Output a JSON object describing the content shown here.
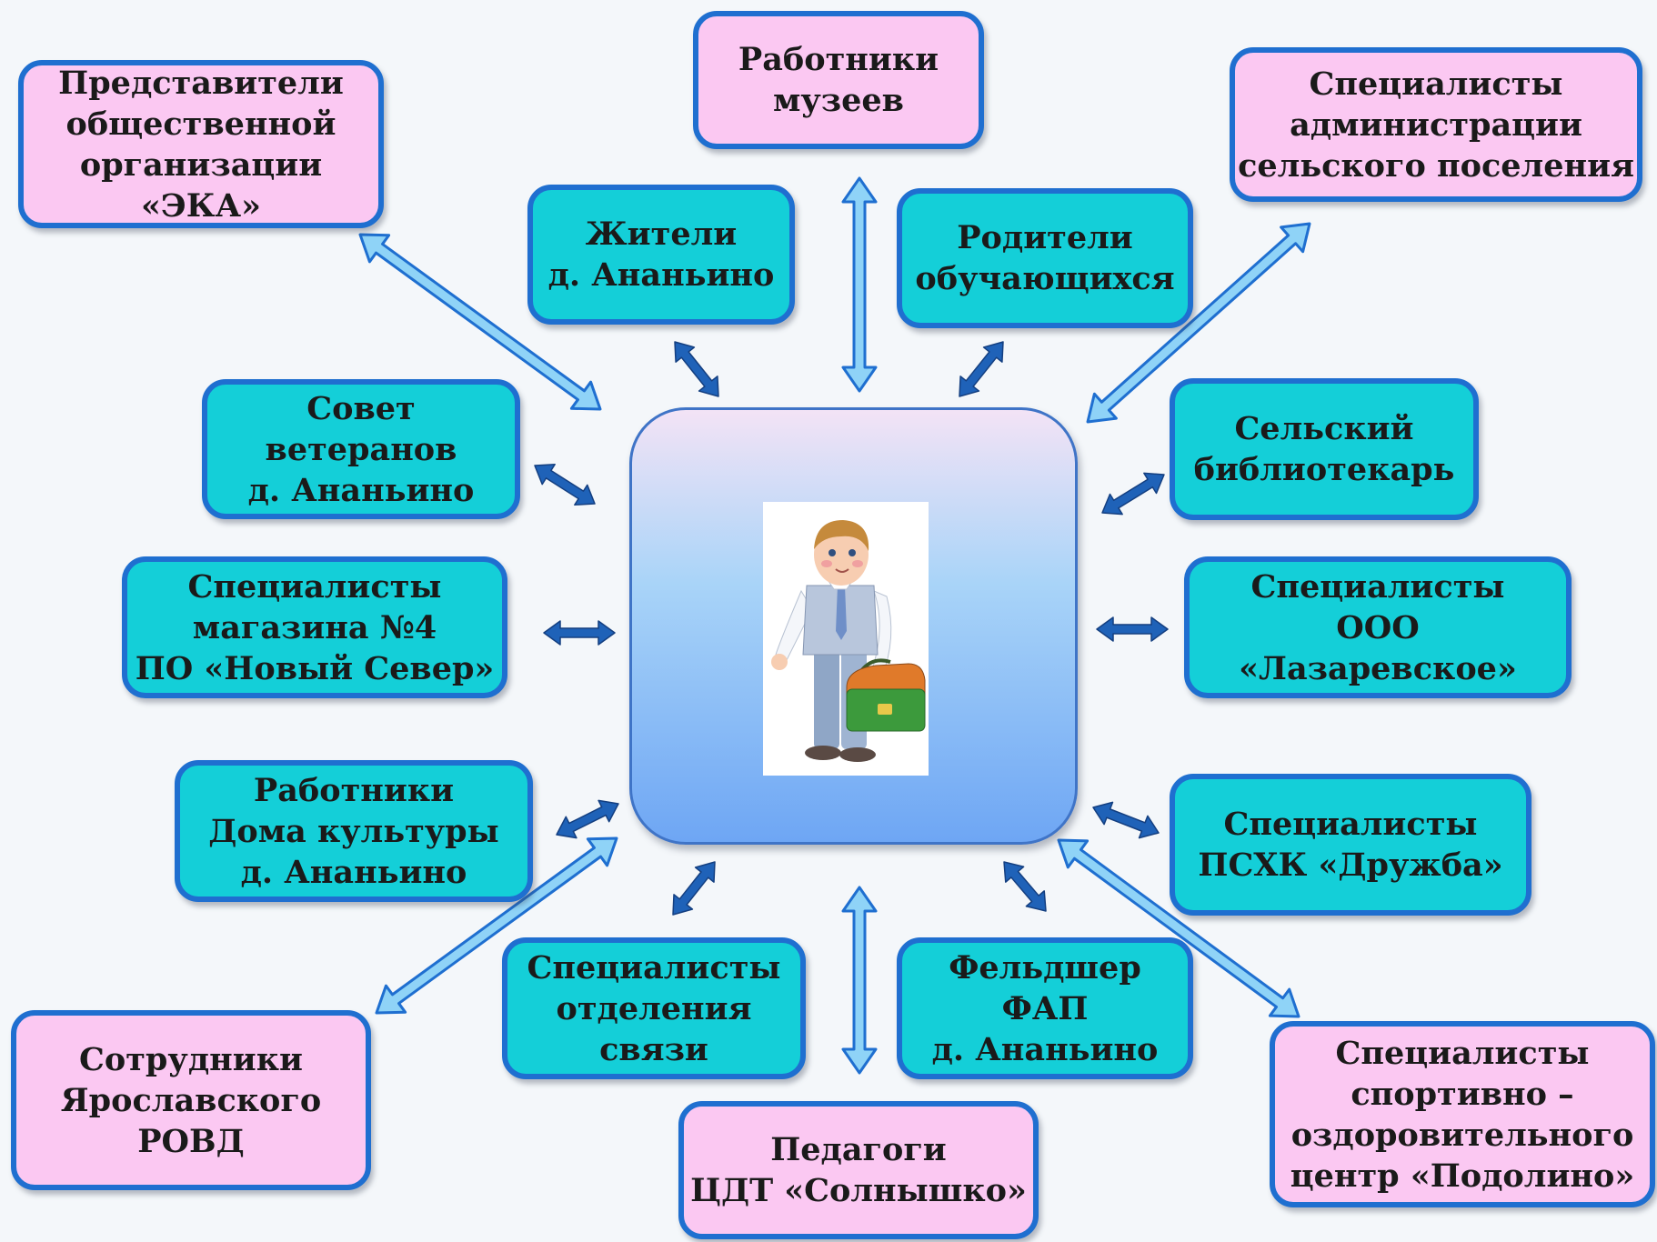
{
  "nodes": [
    {
      "lines": [
        "Работники",
        "музеев"
      ]
    },
    {
      "lines": [
        "Представители",
        "общественной",
        "организации",
        "«ЭКА»"
      ]
    },
    {
      "lines": [
        "Специалисты",
        "администрации",
        "сельского поселения"
      ]
    },
    {
      "lines": [
        "Жители",
        "д. Ананьино"
      ]
    },
    {
      "lines": [
        "Родители",
        "обучающихся"
      ]
    },
    {
      "lines": [
        "Совет",
        "ветеранов",
        "д. Ананьино"
      ]
    },
    {
      "lines": [
        "Сельский",
        "библиотекарь"
      ]
    },
    {
      "lines": [
        "Специалисты",
        "магазина №4",
        "ПО «Новый Север»"
      ]
    },
    {
      "lines": [
        "Специалисты",
        "ООО",
        "«Лазаревское»"
      ]
    },
    {
      "lines": [
        "Работники",
        "Дома культуры",
        "д. Ананьино"
      ]
    },
    {
      "lines": [
        "Специалисты",
        "ПСХК «Дружба»"
      ]
    },
    {
      "lines": [
        "Специалисты",
        "отделения",
        "связи"
      ]
    },
    {
      "lines": [
        "Фельдшер",
        "ФАП",
        "д. Ананьино"
      ]
    },
    {
      "lines": [
        "Сотрудники",
        "Ярославского",
        "РОВД"
      ]
    },
    {
      "lines": [
        "Специалисты",
        "спортивно –",
        "оздоровительного",
        "центр «Подолино»"
      ]
    },
    {
      "lines": [
        "Педагоги",
        "ЦДТ «Солнышко»"
      ]
    }
  ],
  "colors": {
    "pink_fill": "#fbc8f2",
    "teal_fill": "#14cfd8",
    "border": "#1f6fd0",
    "light_arrow": "#8fd3f7",
    "dark_arrow": "#1f62b8"
  }
}
